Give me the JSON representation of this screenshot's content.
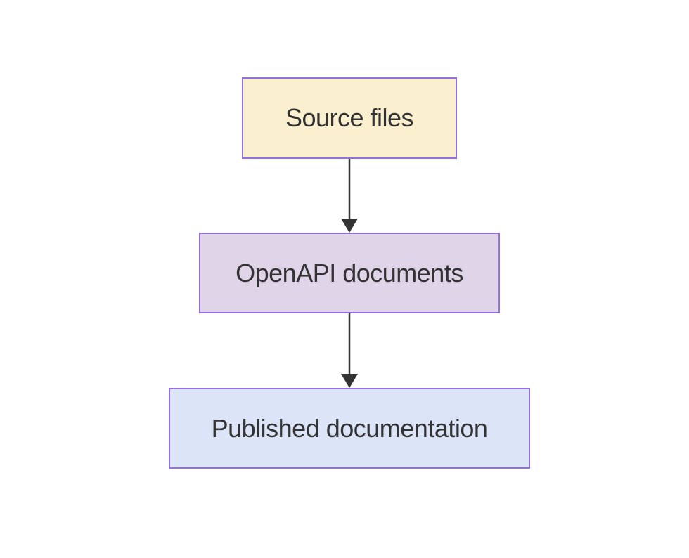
{
  "diagram": {
    "type": "flowchart",
    "direction": "top-down",
    "background_color": "#ffffff",
    "nodes": [
      {
        "id": "source-files",
        "label": "Source files",
        "shape": "rectangle",
        "fill": "#faf0d0",
        "border_color": "#9370db",
        "text_color": "#333333"
      },
      {
        "id": "openapi-documents",
        "label": "OpenAPI documents",
        "shape": "rectangle",
        "fill": "#e0d4e8",
        "border_color": "#9370db",
        "text_color": "#333333"
      },
      {
        "id": "published-documentation",
        "label": "Published documentation",
        "shape": "rectangle",
        "fill": "#dce5f8",
        "border_color": "#9370db",
        "text_color": "#333333"
      }
    ],
    "edges": [
      {
        "from": "Source files",
        "to": "OpenAPI documents",
        "arrow": "filled-triangle-down",
        "color": "#333333"
      },
      {
        "from": "OpenAPI documents",
        "to": "Published documentation",
        "arrow": "filled-triangle-down",
        "color": "#333333"
      }
    ]
  }
}
